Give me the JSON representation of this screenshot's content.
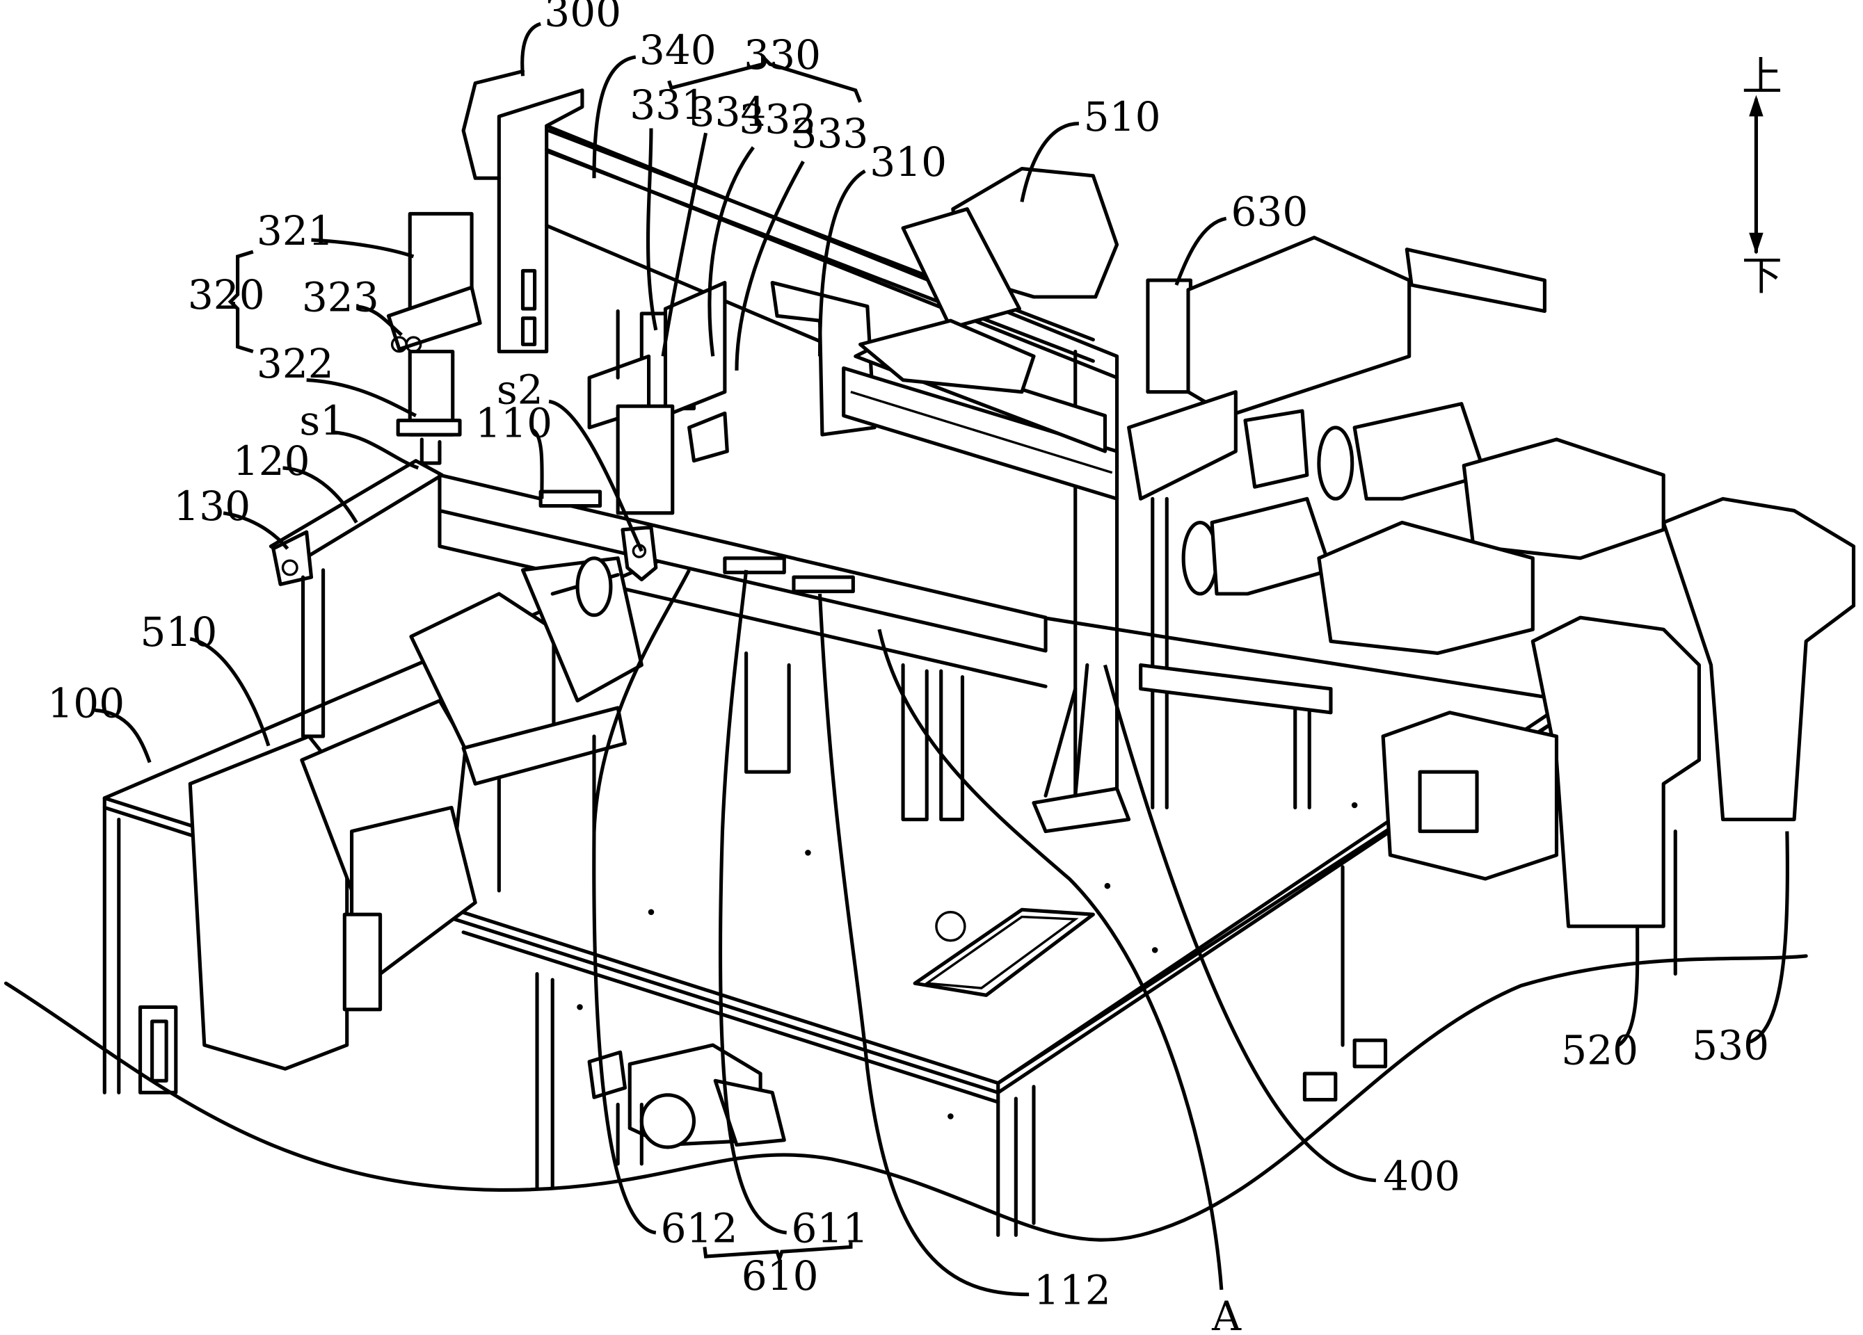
{
  "figure": {
    "type": "patent mechanical assembly drawing (isometric line art)",
    "direction_indicator": {
      "up_label": "上",
      "down_label": "下"
    }
  },
  "labels": [
    {
      "id": "300",
      "text": "300"
    },
    {
      "id": "340",
      "text": "340"
    },
    {
      "id": "330",
      "text": "330"
    },
    {
      "id": "331",
      "text": "331"
    },
    {
      "id": "334",
      "text": "334"
    },
    {
      "id": "332",
      "text": "332"
    },
    {
      "id": "333",
      "text": "333"
    },
    {
      "id": "310",
      "text": "310"
    },
    {
      "id": "510-top",
      "text": "510"
    },
    {
      "id": "630",
      "text": "630"
    },
    {
      "id": "321",
      "text": "321"
    },
    {
      "id": "320",
      "text": "320"
    },
    {
      "id": "323",
      "text": "323"
    },
    {
      "id": "322",
      "text": "322"
    },
    {
      "id": "s2",
      "text": "s2"
    },
    {
      "id": "s1",
      "text": "s1"
    },
    {
      "id": "110",
      "text": "110"
    },
    {
      "id": "120",
      "text": "120"
    },
    {
      "id": "130",
      "text": "130"
    },
    {
      "id": "510-left",
      "text": "510"
    },
    {
      "id": "100",
      "text": "100"
    },
    {
      "id": "520",
      "text": "520"
    },
    {
      "id": "530",
      "text": "530"
    },
    {
      "id": "400",
      "text": "400"
    },
    {
      "id": "612",
      "text": "612"
    },
    {
      "id": "611",
      "text": "611"
    },
    {
      "id": "610",
      "text": "610"
    },
    {
      "id": "112",
      "text": "112"
    },
    {
      "id": "A",
      "text": "A"
    }
  ]
}
